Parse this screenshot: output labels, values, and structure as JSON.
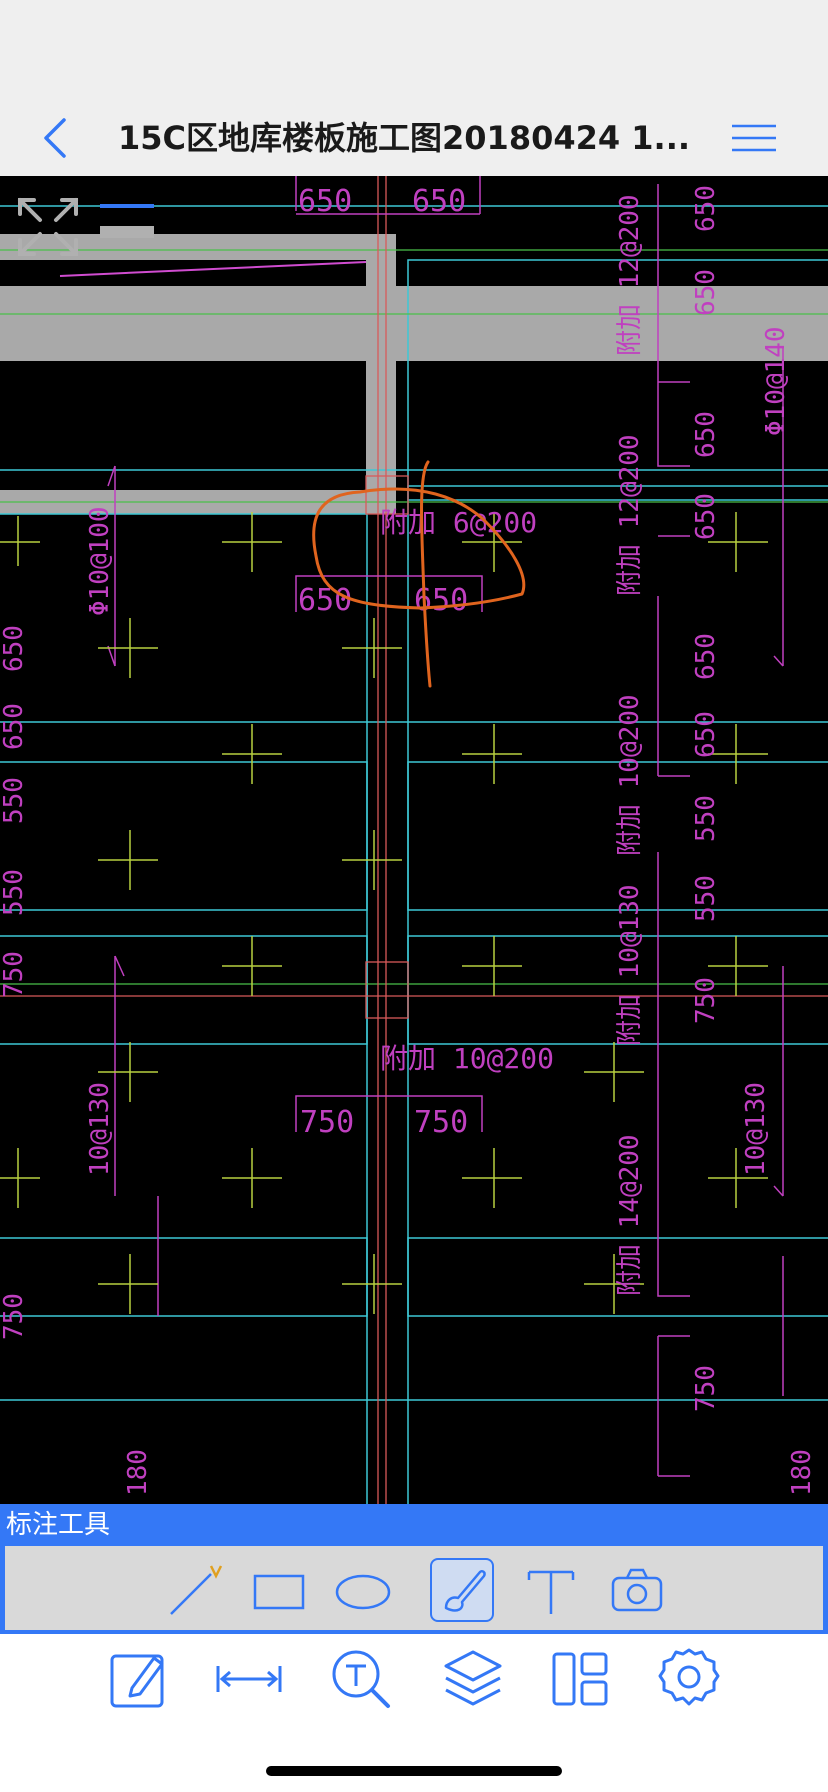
{
  "header": {
    "title": "15C区地库楼板施工图20180424  1...",
    "back_icon": "chevron-left-icon",
    "menu_icon": "hamburger-menu-icon",
    "accent_color": "#3478f6"
  },
  "drawing": {
    "background": "#000000",
    "overlay_controls": {
      "fit_icon": "fit-screen-icon",
      "line_icon": "line-width-icon"
    },
    "labels": {
      "dim_650_top_left": "650",
      "dim_650_top_right": "650",
      "rebar_top_right_vertical": "附加 12@200",
      "dim_650_r1": "650",
      "dim_650_r2": "650",
      "rebar_far_right": "Φ10@140",
      "rebar_mid_right": "附加 12@200",
      "dim_650_r3": "650",
      "dim_650_r4": "650",
      "rebar_annotated": "附加 6@200",
      "dim_650_mid_left": "650",
      "dim_650_mid_right": "650",
      "rebar_left": "Φ10@100",
      "edge_650_a": "650",
      "edge_650_b": "650",
      "edge_550_a": "550",
      "edge_550_b": "550",
      "edge_750_a": "750",
      "edge_750_b": "750",
      "rebar_right_10_200": "附加 10@200",
      "dim_650_r5": "650",
      "dim_650_r6": "650",
      "dim_550_r1": "550",
      "dim_550_r2": "550",
      "rebar_right_10_130": "附加 10@130",
      "dim_750_r1": "750",
      "rebar_center_lower": "附加 10@200",
      "dim_750_lower_left": "750",
      "dim_750_lower_right": "750",
      "rebar_left_lower": "10@130",
      "rebar_right_14_200": "附加 14@200",
      "rebar_far_right_lower": "10@130",
      "dim_750_r2": "750",
      "bottom_right_180": "180",
      "bottom_left_180": "180"
    }
  },
  "annotation_tools": {
    "title": "标注工具",
    "tools": [
      {
        "name": "line-tool",
        "icon": "pen-line-icon"
      },
      {
        "name": "rectangle-tool",
        "icon": "rectangle-icon"
      },
      {
        "name": "ellipse-tool",
        "icon": "ellipse-icon"
      },
      {
        "name": "freehand-tool",
        "icon": "brush-icon",
        "selected": true
      },
      {
        "name": "text-tool",
        "icon": "text-t-icon"
      },
      {
        "name": "camera-tool",
        "icon": "camera-icon"
      }
    ]
  },
  "bottom_toolbar": {
    "items": [
      {
        "name": "edit",
        "icon": "edit-note-icon"
      },
      {
        "name": "measure",
        "icon": "measure-arrow-icon"
      },
      {
        "name": "text-search",
        "icon": "text-search-icon"
      },
      {
        "name": "layers",
        "icon": "layers-icon"
      },
      {
        "name": "layout",
        "icon": "layout-icon"
      },
      {
        "name": "settings",
        "icon": "gear-icon"
      }
    ]
  }
}
